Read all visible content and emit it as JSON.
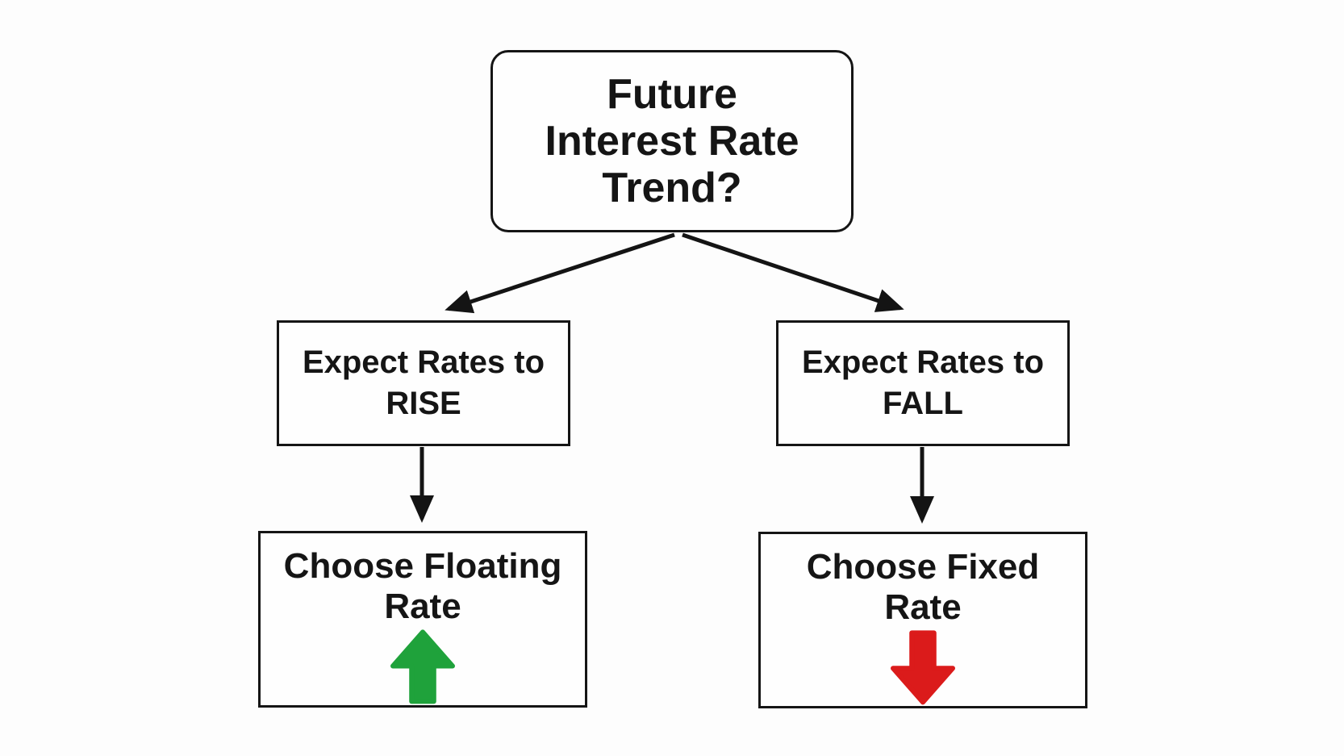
{
  "diagram": {
    "root": {
      "lines": [
        "Future",
        "Interest Rate",
        "Trend?"
      ]
    },
    "rise": {
      "lines": [
        "Expect Rates to",
        "RISE"
      ]
    },
    "fall": {
      "lines": [
        "Expect Rates to",
        "FALL"
      ]
    },
    "floating": {
      "lines": [
        "Choose Floating",
        "Rate"
      ],
      "icon": "green-up-arrow"
    },
    "fixed": {
      "lines": [
        "Choose Fixed",
        "Rate"
      ],
      "icon": "red-down-arrow"
    },
    "colors": {
      "green": "#1fa23b",
      "red": "#db1b1b",
      "line": "#141414"
    }
  }
}
